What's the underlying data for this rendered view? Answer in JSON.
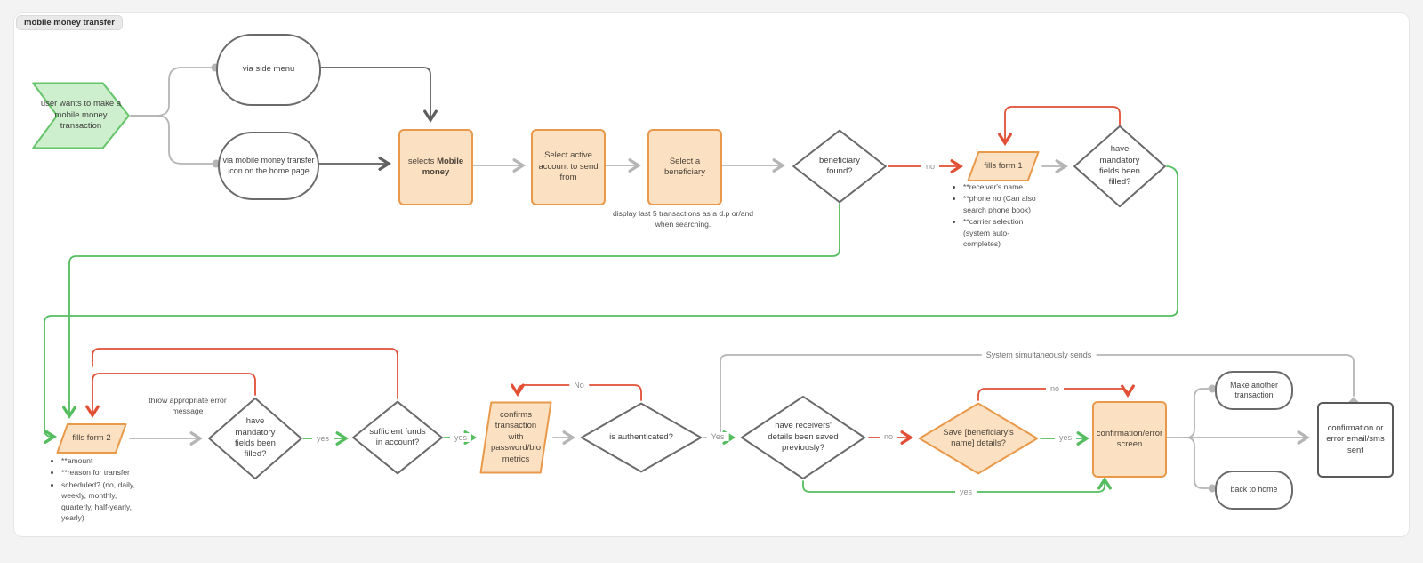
{
  "page": {
    "title_badge": "mobile money transfer"
  },
  "nodes": {
    "start": {
      "label": "user wants to make a mobile money transaction"
    },
    "entry_side_menu": {
      "label": "via side menu"
    },
    "entry_home_icon": {
      "label": "via mobile money transfer icon on the home page"
    },
    "select_mobile_money": {
      "label_prefix": "selects ",
      "label_bold": "Mobile money"
    },
    "select_account": {
      "label": "Select active account to send from"
    },
    "select_beneficiary": {
      "label": "Select a beneficiary",
      "note": "display last 5 transactions as a d.p or/and when searching."
    },
    "beneficiary_found": {
      "label": "beneficiary found?"
    },
    "fills_form_1": {
      "label": "fills form 1",
      "bullets": [
        "**receiver's name",
        "**phone no (Can also search phone book)",
        "**carrier selection (system auto-completes)"
      ]
    },
    "mandatory_filled_1": {
      "label": "have mandatory fields been filled?"
    },
    "fills_form_2": {
      "label": "fills form 2",
      "bullets": [
        "**amount",
        "**reason for transfer",
        "scheduled? (no, daily, weekly, monthly, quarterly, half-yearly, yearly)"
      ]
    },
    "mandatory_filled_2": {
      "label": "have mandatory fields been filled?",
      "note": "throw appropriate error message"
    },
    "sufficient_funds": {
      "label": "sufficient funds in account?"
    },
    "confirms_transaction": {
      "label": "confirms transaction with password/biometrics"
    },
    "is_authenticated": {
      "label": "is authenticated?"
    },
    "receivers_saved": {
      "label": "have receivers' details been saved previously?"
    },
    "save_details": {
      "label": "Save [beneficiary's name] details?"
    },
    "confirmation_screen": {
      "label": "confirmation/error screen"
    },
    "make_another": {
      "label": "Make another transaction"
    },
    "back_home": {
      "label": "back to home"
    },
    "email_sms_sent": {
      "label": "confirmation or error email/sms sent"
    }
  },
  "edge_labels": {
    "no_beneficiary": "no",
    "no_authenticated": "No",
    "no_saved": "no",
    "no_save_details": "no",
    "yes_mandatory": "yes",
    "yes_funds": "yes",
    "yes_authenticated": "Yes",
    "yes_save_details": "yes",
    "yes_saved_bottom": "yes",
    "system_sends": "System simultaneously sends"
  },
  "colors": {
    "connector_gray": "#b5b5b5",
    "connector_dark": "#5f5f5f",
    "flow_red": "#e14f35",
    "flow_green": "#54bd5e",
    "node_orange_fill": "#fbe0c2",
    "node_orange_border": "#e9994a",
    "start_green_fill": "#cdefcd",
    "start_green_border": "#66c46a"
  }
}
